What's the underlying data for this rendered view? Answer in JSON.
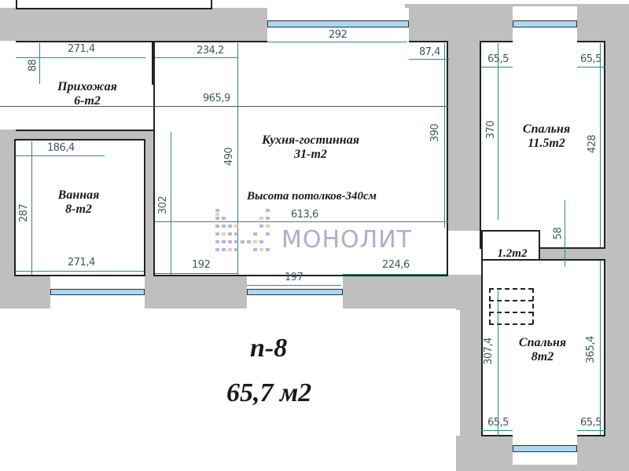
{
  "plan": {
    "unit_label": "п-8",
    "total_area": "65,7 м2",
    "ceiling_note": "Высота потолков-340см",
    "logo": "МОНОЛИТ"
  },
  "rooms": {
    "hallway": {
      "name": "Прихожая",
      "area": "6-т2"
    },
    "kitchen_living": {
      "name": "Кухня-гостинная",
      "area": "31-т2"
    },
    "bedroom_1": {
      "name": "Спальня",
      "area": "11.5т2"
    },
    "bathroom": {
      "name": "Ванная",
      "area": "8-т2"
    },
    "closet": {
      "name": "",
      "area": "1.2т2"
    },
    "bedroom_2": {
      "name": "Спальня",
      "area": "8т2"
    }
  },
  "dimensions": {
    "hall_top_width": "271,4",
    "hall_left_height": "88",
    "kitchen_top_left": "234,2",
    "kitchen_window_top": "292",
    "kitchen_top_right": "87,4",
    "overall_length": "965,9",
    "kitchen_depth_mid": "490",
    "kitchen_right_height": "390",
    "kitchen_left_height": "302",
    "kitchen_width": "613,6",
    "kitchen_bottom_left": "192",
    "kitchen_window_bottom": "197",
    "kitchen_bottom_right": "224,6",
    "bath_top_width": "186,4",
    "bath_height": "287",
    "bath_bottom_width": "271,4",
    "bed1_left_pier": "65,5",
    "bed1_right_pier": "65,5",
    "bed1_left_height": "370",
    "bed1_right_height": "428",
    "partition_thickness": "58",
    "bed2_left_height": "307,4",
    "bed2_right_height": "365,4",
    "bed2_left_pier": "65,5",
    "bed2_right_pier": "65,5"
  },
  "colors": {
    "wall": "#bfbfbf",
    "window": "#a9d8f0",
    "dimension": "#2e8a85",
    "logo": "#9aa3c4"
  }
}
